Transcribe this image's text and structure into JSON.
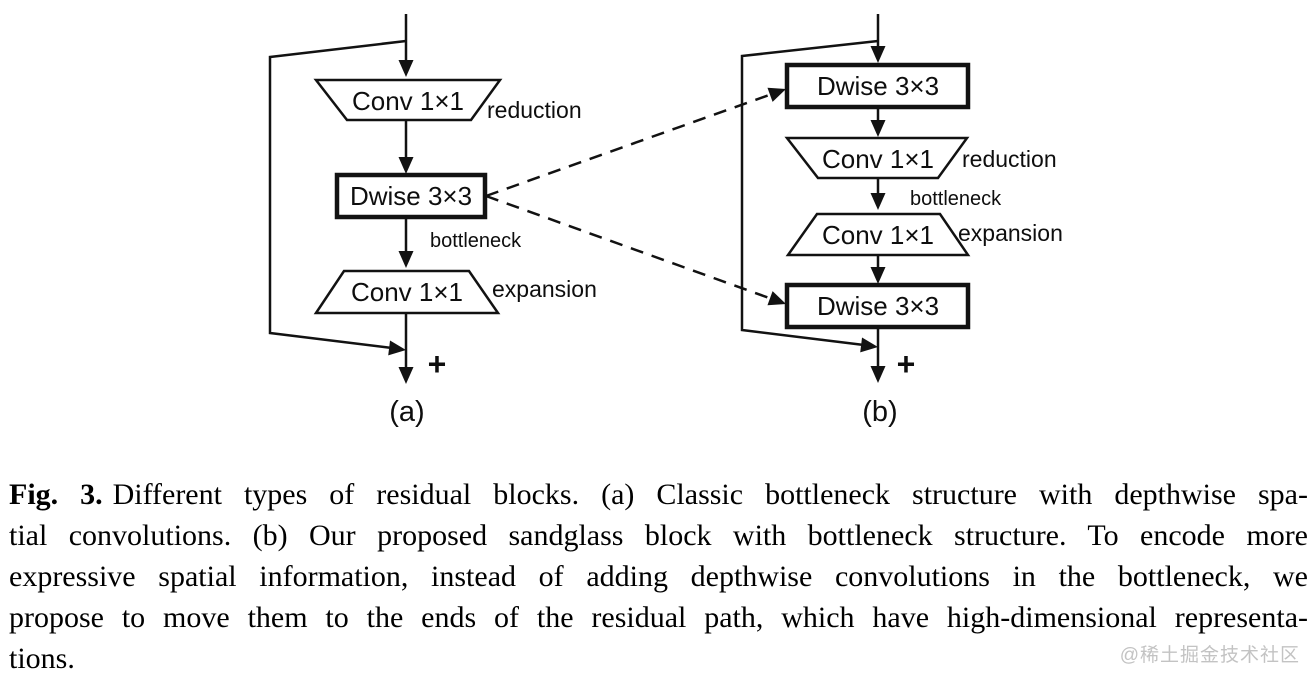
{
  "diagram": {
    "a": {
      "caption_label": "(a)",
      "plus_sign": "+",
      "conv_reduce": {
        "label": "Conv 1×1",
        "annotation": "reduction"
      },
      "dwise": {
        "label": "Dwise 3×3"
      },
      "bottleneck_annotation": "bottleneck",
      "conv_expand": {
        "label": "Conv 1×1",
        "annotation": "expansion"
      }
    },
    "b": {
      "caption_label": "(b)",
      "plus_sign": "+",
      "dwise_top": {
        "label": "Dwise 3×3"
      },
      "conv_reduce": {
        "label": "Conv 1×1",
        "annotation": "reduction"
      },
      "bottleneck_annotation": "bottleneck",
      "conv_expand": {
        "label": "Conv 1×1",
        "annotation": "expansion"
      },
      "dwise_bottom": {
        "label": "Dwise 3×3"
      }
    }
  },
  "caption": {
    "fig_label": "Fig. 3.",
    "line1_rest": "Different types of residual blocks. (a) Classic bottleneck structure with depthwise spa-",
    "lines": [
      "tial convolutions. (b) Our proposed sandglass block with bottleneck structure. To encode more",
      "expressive spatial information, instead of adding depthwise convolutions in the bottleneck, we",
      "propose to move them to the ends of the residual path, which have high-dimensional representa-",
      "tions."
    ]
  },
  "watermark": {
    "text": "@稀土掘金技术社区"
  },
  "colors": {
    "ink": "#121212",
    "watermark": "#c3c3c3",
    "background": "#ffffff"
  }
}
